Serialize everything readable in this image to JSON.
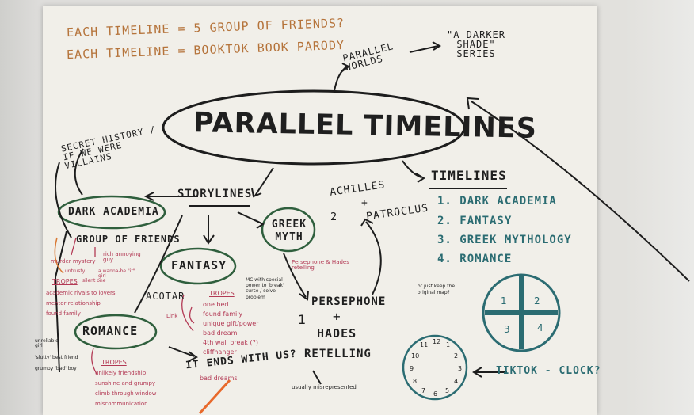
{
  "header": {
    "line1": "EACH TIMELINE = 5 GROUP OF FRIENDS?",
    "line2": "EACH TIMELINE = BOOKTOK BOOK PARODY"
  },
  "center": {
    "title": "PARALLEL TIMELINES",
    "storylines": "STORYLINES",
    "parallel_worlds": "PARALLEL WORLDS",
    "darker_shade": "\"A DARKER SHADE\" SERIES",
    "secret_history": "SECRET HISTORY / IF WE WERE VILLAINS"
  },
  "nodes": {
    "dark_academia": "DARK ACADEMIA",
    "fantasy": "FANTASY",
    "romance": "ROMANCE",
    "greek_myth": "GREEK MYTH",
    "group_of_friends": "GROUP OF FRIENDS",
    "acotar": "ACOTAR",
    "persephone": "PERSEPHONE",
    "hades": "HADES",
    "retelling": "RETELLING",
    "achilles": "ACHILLES",
    "patroclus": "PATROCLUS",
    "it_ends": "IT ENDS WITH US?",
    "bad_dreams": "bad dreams",
    "plus": "+",
    "circle2": "2",
    "circle1": "1",
    "usually": "usually misrepresented"
  },
  "timelines": {
    "heading": "TIMELINES",
    "items": [
      "1. DARK ACADEMIA",
      "2. FANTASY",
      "3. GREEK MYTHOLOGY",
      "4. ROMANCE"
    ]
  },
  "tropes": {
    "label": "TROPES",
    "dark": [
      "murder mystery",
      "rich annoying guy",
      "a wanna-be \"it\" girl",
      "untrusty",
      "silent one",
      "academic rivals to lovers",
      "mentor relationship",
      "found family"
    ],
    "fantasy": [
      "one bed",
      "found family",
      "unique gift/power",
      "bad dream",
      "4th wall break (?)",
      "cliffhanger"
    ],
    "fantasy_side": [
      "MC with special power to 'break' curse / solve problem"
    ],
    "link": "Link",
    "romance_side": [
      "unreliable girl",
      "'slutty' best friend",
      "grumpy 'bad' boy"
    ],
    "romance": [
      "unlikely friendship",
      "sunshine and grumpy",
      "climb through window",
      "miscommunication"
    ],
    "greek": "Persephone & Hades retelling"
  },
  "right": {
    "note": "or just keep the original map?",
    "tiktok": "TIKTOK - CLOCK?",
    "map": [
      "1",
      "2",
      "3",
      "4"
    ],
    "clock": [
      "11",
      "12",
      "1",
      "2",
      "3",
      "4",
      "5",
      "6",
      "7",
      "8",
      "9",
      "10"
    ]
  }
}
